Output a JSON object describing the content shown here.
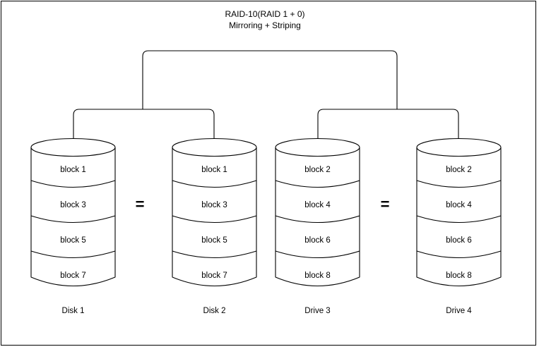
{
  "diagram": {
    "title_line1": "RAID-10(RAID 1 + 0)",
    "title_line2": "Mirroring + Striping",
    "stroke_color": "#000000",
    "background_color": "#ffffff",
    "border_color": "#000000",
    "equals_symbols": [
      {
        "label": "=",
        "between": "Disk 1 and Disk 2"
      },
      {
        "label": "=",
        "between": "Drive 3 and Drive 4"
      }
    ],
    "mirror_groups": [
      {
        "name": "mirror-group-left",
        "members": [
          "Disk 1",
          "Disk 2"
        ]
      },
      {
        "name": "mirror-group-right",
        "members": [
          "Drive 3",
          "Drive 4"
        ]
      }
    ],
    "drives": [
      {
        "label": "Disk 1",
        "blocks": [
          "block 1",
          "block 3",
          "block 5",
          "block 7"
        ]
      },
      {
        "label": "Disk 2",
        "blocks": [
          "block 1",
          "block 3",
          "block 5",
          "block 7"
        ]
      },
      {
        "label": "Drive 3",
        "blocks": [
          "block 2",
          "block 4",
          "block 6",
          "block 8"
        ]
      },
      {
        "label": "Drive 4",
        "blocks": [
          "block 2",
          "block 4",
          "block 6",
          "block 8"
        ]
      }
    ]
  }
}
